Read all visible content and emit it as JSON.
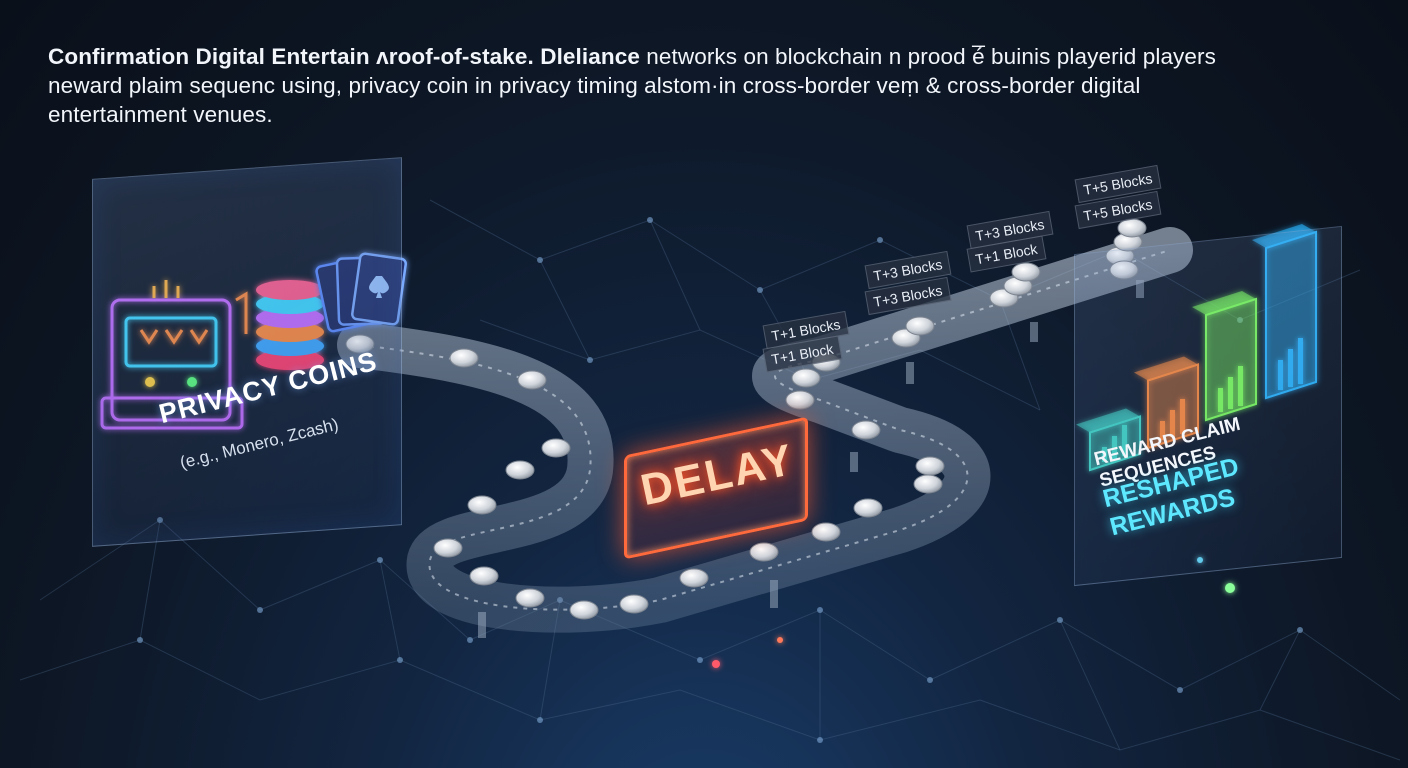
{
  "headline": {
    "bold_part": "Confirmation Digital Entertain ʌroof-of-stake. Dleliance",
    "line1_rest": " networks on blockchain n prood é̅ buinis playerid players",
    "line2": "neward plaim sequenc using, privacy coin in privacy timing alstom·in cross-border veṃ & cross-border digital",
    "line3": "entertainment venues."
  },
  "privacy_panel": {
    "title": "PRIVACY COINS",
    "subtitle": "(e.g., Monero, Zcash)",
    "icons": [
      "slot-machine-icon",
      "chip-stack-icon",
      "playing-cards-icon"
    ]
  },
  "delay_label": "DELAY",
  "block_tags": [
    "T+1 Blocks",
    "T+1 Block",
    "T+3 Blocks",
    "T+3 Blocks",
    "T+3 Blocks",
    "T+1 Block",
    "T+5 Blocks",
    "T+5 Blocks"
  ],
  "rewards_panel": {
    "sequence_label": "REWARD CLAIM SEQUENCES",
    "reshaped_label": "RESHAPED REWARDS",
    "bars": [
      {
        "color": "#3fd6c6",
        "level": 0.25
      },
      {
        "color": "#ff8a3a",
        "level": 0.45
      },
      {
        "color": "#7cff5a",
        "level": 0.7
      },
      {
        "color": "#2ab6ff",
        "level": 1.0
      }
    ]
  },
  "colors": {
    "accent_delay": "#ff6a3d",
    "accent_reward": "#5ee8ff",
    "coin": "#d9dde3",
    "track": "#9fb4cc"
  }
}
